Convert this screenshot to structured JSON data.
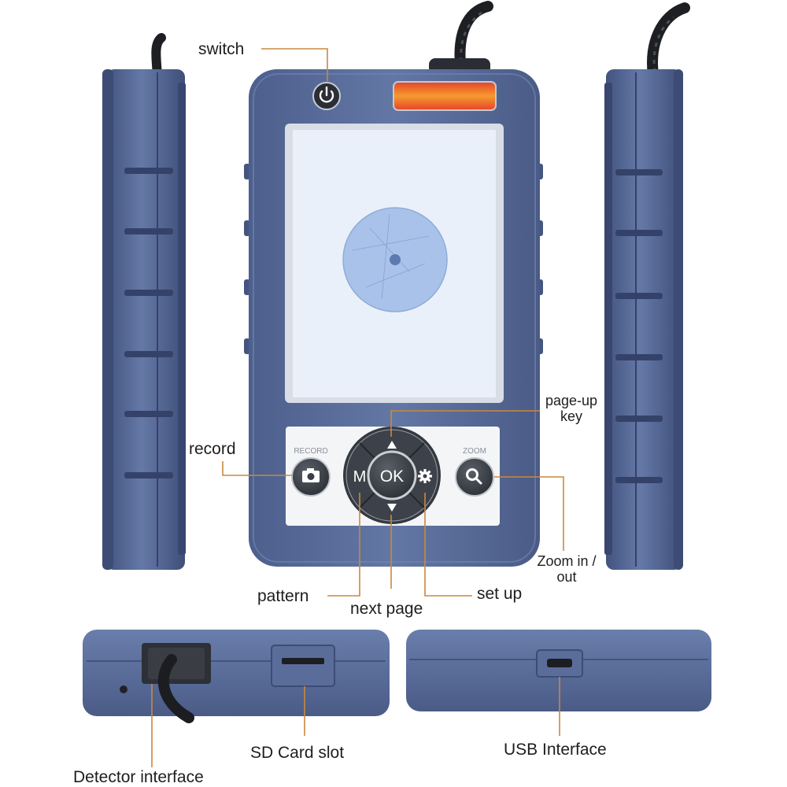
{
  "labels": {
    "switch": "switch",
    "page_up_line1": "page-up",
    "page_up_line2": "key",
    "record": "record",
    "pattern": "pattern",
    "next_page": "next page",
    "set_up": "set up",
    "zoom_line1": "Zoom in /",
    "zoom_line2": "out",
    "sd_card": "SD Card slot",
    "usb": "USB Interface",
    "detector": "Detector interface"
  },
  "device": {
    "record_text": "RECORD",
    "zoom_text": "ZOOM",
    "ok_text": "OK",
    "m_text": "M"
  },
  "colors": {
    "body": "#5a6e9c",
    "body_dark": "#44557f",
    "leader": "#c9893f",
    "screen": "#e9eef8",
    "lens": "#a9c3ea",
    "indicator": "#f16a28",
    "dpad": "#3b3f46"
  },
  "icons": [
    "power-icon",
    "camera-icon",
    "gear-icon",
    "magnifier-icon",
    "up-arrow-icon",
    "down-arrow-icon",
    "micro-usb-port-icon",
    "sd-slot-icon",
    "cable-plug-icon"
  ]
}
